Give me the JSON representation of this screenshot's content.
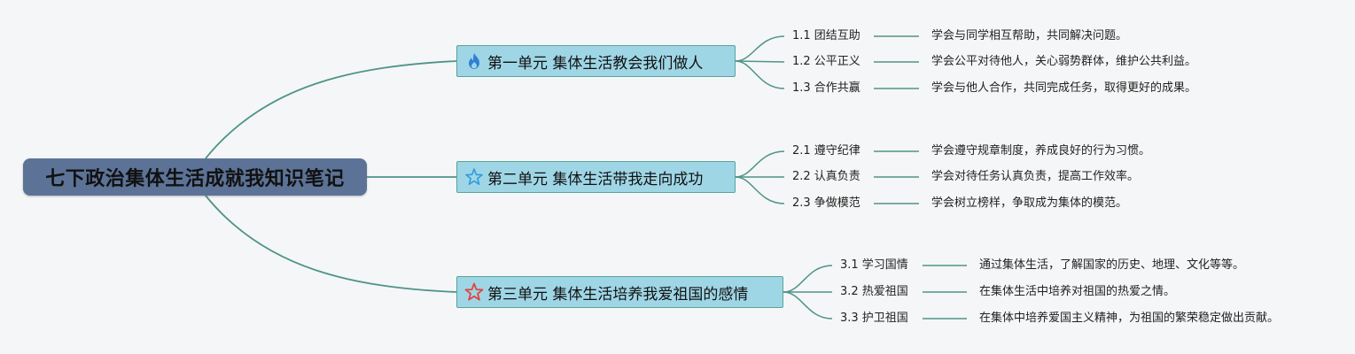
{
  "root": {
    "title": "七下政治集体生活成就我知识笔记"
  },
  "units": [
    {
      "title": "第一单元 集体生活教会我们做人",
      "icon": "fire-icon",
      "topics": [
        {
          "label": "1.1 团结互助",
          "note": "学会与同学相互帮助，共同解决问题。"
        },
        {
          "label": "1.2 公平正义",
          "note": "学会公平对待他人，关心弱势群体，维护公共利益。"
        },
        {
          "label": "1.3 合作共赢",
          "note": "学会与他人合作，共同完成任务，取得更好的成果。"
        }
      ]
    },
    {
      "title": "第二单元 集体生活带我走向成功",
      "icon": "blue-star-icon",
      "topics": [
        {
          "label": "2.1 遵守纪律",
          "note": "学会遵守规章制度，养成良好的行为习惯。"
        },
        {
          "label": "2.2 认真负责",
          "note": "学会对待任务认真负责，提高工作效率。"
        },
        {
          "label": "2.3 争做模范",
          "note": "学会树立榜样，争取成为集体的模范。"
        }
      ]
    },
    {
      "title": "第三单元 集体生活培养我爱祖国的感情",
      "icon": "red-star-icon",
      "topics": [
        {
          "label": "3.1 学习国情",
          "note": "通过集体生活，了解国家的历史、地理、文化等等。"
        },
        {
          "label": "3.2 热爱祖国",
          "note": "在集体生活中培养对祖国的热爱之情。"
        },
        {
          "label": "3.3 护卫祖国",
          "note": "在集体中培养爱国主义精神，为祖国的繁荣稳定做出贡献。"
        }
      ]
    }
  ],
  "colors": {
    "line": "#4f9489",
    "root_bg": "#5c7397",
    "unit_bg": "#9fd6e6",
    "unit_border": "#5aa39a",
    "fire": "#2f7fd6",
    "blue_star": "#2f9ae0",
    "red_star": "#e0443e"
  }
}
